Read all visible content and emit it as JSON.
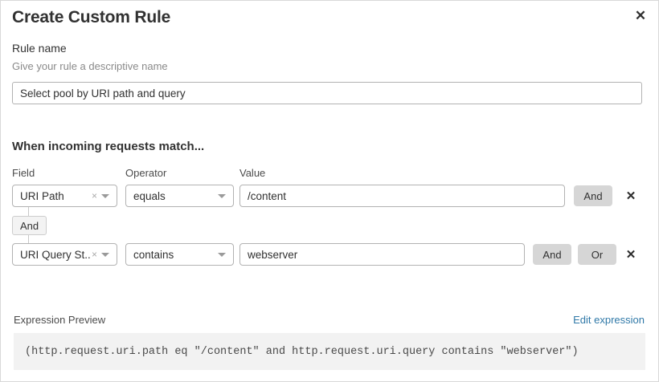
{
  "dialog": {
    "title": "Create Custom Rule",
    "close_icon": "close-icon"
  },
  "rule_name": {
    "label": "Rule name",
    "help_text": "Give your rule a descriptive name",
    "value": "Select pool by URI path and query",
    "placeholder": "Select pool by URI path and query"
  },
  "match_section": {
    "heading": "When incoming requests match...",
    "columns": {
      "field": "Field",
      "operator": "Operator",
      "value": "Value"
    },
    "connector": {
      "label": "And"
    },
    "rows": [
      {
        "field": "URI Path",
        "clear_icon": "×",
        "operator": "equals",
        "value": "/content",
        "and_label": "And",
        "delete_icon": "✕"
      },
      {
        "field": "URI Query St...",
        "clear_icon": "×",
        "operator": "contains",
        "value": "webserver",
        "and_label": "And",
        "or_label": "Or",
        "delete_icon": "✕"
      }
    ]
  },
  "expression_preview": {
    "label": "Expression Preview",
    "edit_link": "Edit expression",
    "expression": "(http.request.uri.path eq \"/content\" and http.request.uri.query contains \"webserver\")"
  },
  "colors": {
    "accent_link": "#3079a8",
    "text_primary": "#313131",
    "text_muted": "#8a8a8a",
    "button_gray": "#d6d6d6",
    "preview_bg": "#f2f2f2",
    "border": "#b2b2b2"
  }
}
